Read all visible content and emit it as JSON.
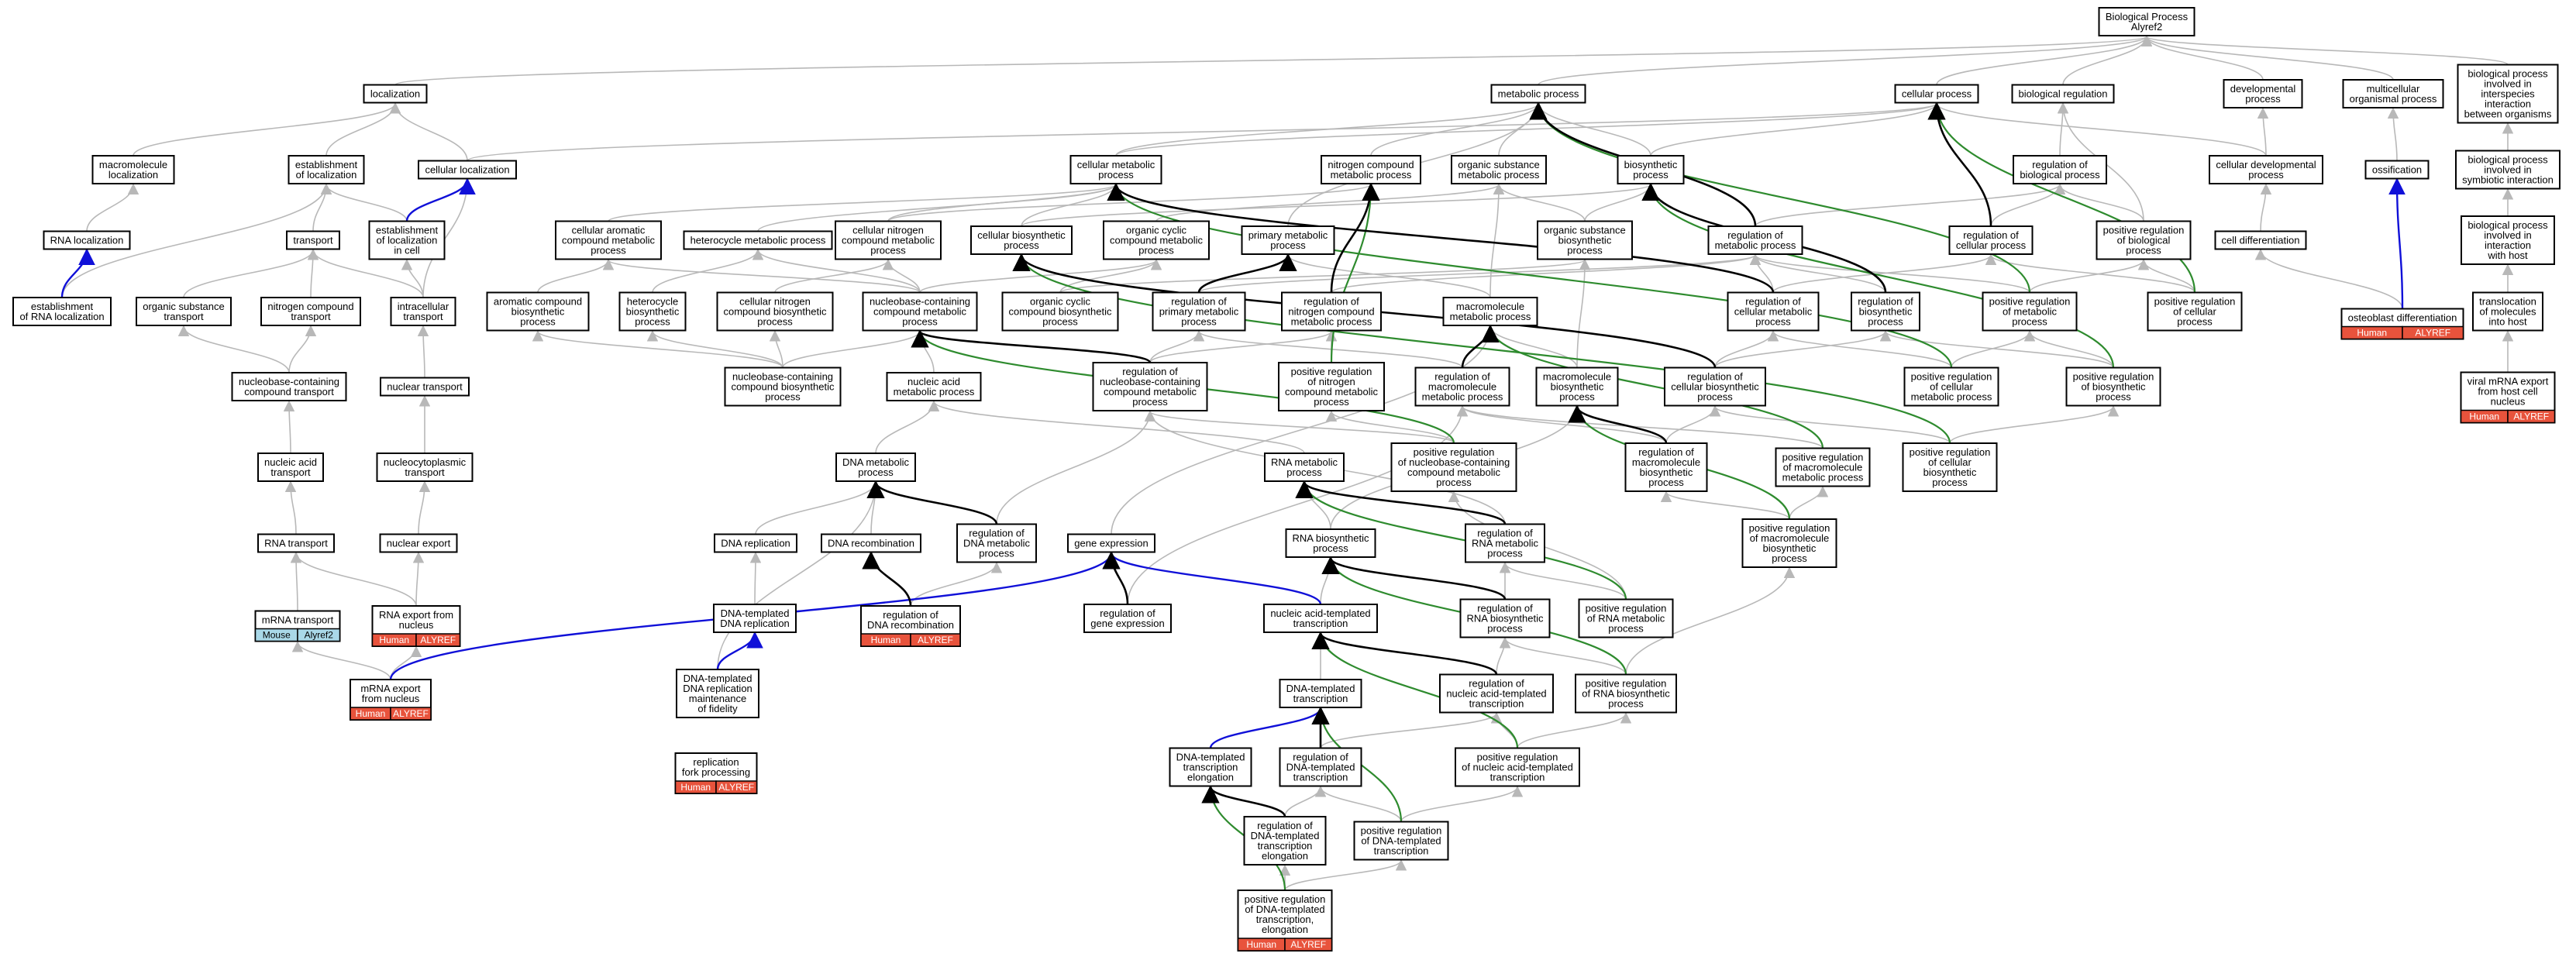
{
  "colors": {
    "edge_default": "#b8b8b8",
    "edge_black": "#000000",
    "edge_green": "#2e8b2e",
    "edge_blue": "#1010d8",
    "tag_human": "#e8533c",
    "tag_mouse": "#a9d8e8"
  },
  "nodes": [
    {
      "id": "root",
      "lines": [
        "Biological Process",
        "Alyref2"
      ]
    },
    {
      "id": "loc",
      "lines": [
        "localization"
      ]
    },
    {
      "id": "mp",
      "lines": [
        "metabolic process"
      ]
    },
    {
      "id": "cp",
      "lines": [
        "cellular process"
      ]
    },
    {
      "id": "br",
      "lines": [
        "biological regulation"
      ]
    },
    {
      "id": "dev",
      "lines": [
        "developmental",
        "process"
      ]
    },
    {
      "id": "multi",
      "lines": [
        "multicellular",
        "organismal process"
      ]
    },
    {
      "id": "inter",
      "lines": [
        "biological process",
        "involved in",
        "interspecies",
        "interaction",
        "between organisms"
      ]
    },
    {
      "id": "macroloc",
      "lines": [
        "macromolecule",
        "localization"
      ]
    },
    {
      "id": "estloc",
      "lines": [
        "establishment",
        "of localization"
      ]
    },
    {
      "id": "cellloc",
      "lines": [
        "cellular localization"
      ]
    },
    {
      "id": "cmp",
      "lines": [
        "cellular metabolic",
        "process"
      ]
    },
    {
      "id": "ncmp",
      "lines": [
        "nitrogen compound",
        "metabolic process"
      ]
    },
    {
      "id": "osmp",
      "lines": [
        "organic substance",
        "metabolic process"
      ]
    },
    {
      "id": "bio",
      "lines": [
        "biosynthetic",
        "process"
      ]
    },
    {
      "id": "rbp",
      "lines": [
        "regulation of",
        "biological process"
      ]
    },
    {
      "id": "cdp",
      "lines": [
        "cellular developmental",
        "process"
      ]
    },
    {
      "id": "ossif",
      "lines": [
        "ossification"
      ]
    },
    {
      "id": "symb",
      "lines": [
        "biological process",
        "involved in",
        "symbiotic interaction"
      ]
    },
    {
      "id": "rnaloc",
      "lines": [
        "RNA localization"
      ]
    },
    {
      "id": "transport",
      "lines": [
        "transport"
      ]
    },
    {
      "id": "estcell",
      "lines": [
        "establishment",
        "of localization",
        "in cell"
      ]
    },
    {
      "id": "camp",
      "lines": [
        "cellular aromatic",
        "compound metabolic",
        "process"
      ]
    },
    {
      "id": "hmp",
      "lines": [
        "heterocycle metabolic process"
      ]
    },
    {
      "id": "cnmp",
      "lines": [
        "cellular nitrogen",
        "compound metabolic",
        "process"
      ]
    },
    {
      "id": "cbp",
      "lines": [
        "cellular biosynthetic",
        "process"
      ]
    },
    {
      "id": "occmp",
      "lines": [
        "organic cyclic",
        "compound metabolic",
        "process"
      ]
    },
    {
      "id": "pmp",
      "lines": [
        "primary metabolic",
        "process"
      ]
    },
    {
      "id": "osbp",
      "lines": [
        "organic substance",
        "biosynthetic",
        "process"
      ]
    },
    {
      "id": "rmp",
      "lines": [
        "regulation of",
        "metabolic process"
      ]
    },
    {
      "id": "rcp",
      "lines": [
        "regulation of",
        "cellular process"
      ]
    },
    {
      "id": "prbp",
      "lines": [
        "positive regulation",
        "of biological",
        "process"
      ]
    },
    {
      "id": "celldiff",
      "lines": [
        "cell differentiation"
      ]
    },
    {
      "id": "host",
      "lines": [
        "biological process",
        "involved in",
        "interaction",
        "with host"
      ]
    },
    {
      "id": "estrna",
      "lines": [
        "establishment",
        "of RNA localization"
      ]
    },
    {
      "id": "ost",
      "lines": [
        "organic substance",
        "transport"
      ]
    },
    {
      "id": "nct",
      "lines": [
        "nitrogen compound",
        "transport"
      ]
    },
    {
      "id": "ict",
      "lines": [
        "intracellular",
        "transport"
      ]
    },
    {
      "id": "acbp",
      "lines": [
        "aromatic compound",
        "biosynthetic",
        "process"
      ]
    },
    {
      "id": "hbp",
      "lines": [
        "heterocycle",
        "biosynthetic",
        "process"
      ]
    },
    {
      "id": "cncbp",
      "lines": [
        "cellular nitrogen",
        "compound biosynthetic",
        "process"
      ]
    },
    {
      "id": "nccmp",
      "lines": [
        "nucleobase-containing",
        "compound metabolic",
        "process"
      ]
    },
    {
      "id": "occbp",
      "lines": [
        "organic cyclic",
        "compound biosynthetic",
        "process"
      ]
    },
    {
      "id": "rpmp",
      "lines": [
        "regulation of",
        "primary metabolic",
        "process"
      ]
    },
    {
      "id": "rncmp",
      "lines": [
        "regulation of",
        "nitrogen compound",
        "metabolic process"
      ]
    },
    {
      "id": "mmp",
      "lines": [
        "macromolecule",
        "metabolic process"
      ]
    },
    {
      "id": "rcmp",
      "lines": [
        "regulation of",
        "cellular metabolic",
        "process"
      ]
    },
    {
      "id": "rbsp",
      "lines": [
        "regulation of",
        "biosynthetic",
        "process"
      ]
    },
    {
      "id": "prmp",
      "lines": [
        "positive regulation",
        "of metabolic",
        "process"
      ]
    },
    {
      "id": "prcp",
      "lines": [
        "positive regulation",
        "of cellular",
        "process"
      ]
    },
    {
      "id": "odiff",
      "lines": [
        "osteoblast differentiation"
      ],
      "tags": [
        "Human",
        "ALYREF"
      ]
    },
    {
      "id": "transl",
      "lines": [
        "translocation",
        "of molecules",
        "into host"
      ]
    },
    {
      "id": "ncct",
      "lines": [
        "nucleobase-containing",
        "compound transport"
      ]
    },
    {
      "id": "nccbp",
      "lines": [
        "nucleobase-containing",
        "compound biosynthetic",
        "process"
      ]
    },
    {
      "id": "nuamp",
      "lines": [
        "nucleic acid",
        "metabolic process"
      ]
    },
    {
      "id": "rnccmp",
      "lines": [
        "regulation of",
        "nucleobase-containing",
        "compound metabolic",
        "process"
      ]
    },
    {
      "id": "prncmp",
      "lines": [
        "positive regulation",
        "of nitrogen",
        "compound metabolic",
        "process"
      ]
    },
    {
      "id": "rmmp",
      "lines": [
        "regulation of",
        "macromolecule",
        "metabolic process"
      ]
    },
    {
      "id": "mbp",
      "lines": [
        "macromolecule",
        "biosynthetic",
        "process"
      ]
    },
    {
      "id": "rcbp",
      "lines": [
        "regulation of",
        "cellular biosynthetic",
        "process"
      ]
    },
    {
      "id": "prcmp",
      "lines": [
        "positive regulation",
        "of cellular",
        "metabolic process"
      ]
    },
    {
      "id": "prbsp",
      "lines": [
        "positive regulation",
        "of biosynthetic",
        "process"
      ]
    },
    {
      "id": "viral",
      "lines": [
        "viral mRNA export",
        "from host cell",
        "nucleus"
      ],
      "tags": [
        "Human",
        "ALYREF"
      ]
    },
    {
      "id": "nat",
      "lines": [
        "nucleic acid",
        "transport"
      ]
    },
    {
      "id": "nuclt",
      "lines": [
        "nuclear transport"
      ]
    },
    {
      "id": "dmp",
      "lines": [
        "DNA metabolic",
        "process"
      ]
    },
    {
      "id": "rnamp",
      "lines": [
        "RNA metabolic",
        "process"
      ]
    },
    {
      "id": "prnccmp",
      "lines": [
        "positive regulation",
        "of nucleobase-containing",
        "compound metabolic",
        "process"
      ]
    },
    {
      "id": "rmbp",
      "lines": [
        "regulation of",
        "macromolecule",
        "biosynthetic",
        "process"
      ]
    },
    {
      "id": "prmmp",
      "lines": [
        "positive regulation",
        "of macromolecule",
        "metabolic process"
      ]
    },
    {
      "id": "prcbp",
      "lines": [
        "positive regulation",
        "of cellular",
        "biosynthetic",
        "process"
      ]
    },
    {
      "id": "rnat",
      "lines": [
        "RNA transport"
      ]
    },
    {
      "id": "ncyt",
      "lines": [
        "nucleocytoplasmic",
        "transport"
      ]
    },
    {
      "id": "nexp",
      "lines": [
        "nuclear export"
      ]
    },
    {
      "id": "drep",
      "lines": [
        "DNA replication"
      ]
    },
    {
      "id": "drec",
      "lines": [
        "DNA recombination"
      ]
    },
    {
      "id": "rdmp",
      "lines": [
        "regulation of",
        "DNA metabolic",
        "process"
      ]
    },
    {
      "id": "ge",
      "lines": [
        "gene expression"
      ]
    },
    {
      "id": "rnabp",
      "lines": [
        "RNA biosynthetic",
        "process"
      ]
    },
    {
      "id": "rrmp",
      "lines": [
        "regulation of",
        "RNA metabolic",
        "process"
      ]
    },
    {
      "id": "prmbp",
      "lines": [
        "positive regulation",
        "of macromolecule",
        "biosynthetic",
        "process"
      ]
    },
    {
      "id": "mrnat",
      "lines": [
        "mRNA transport"
      ],
      "tags": [
        "Mouse",
        "Alyref2"
      ]
    },
    {
      "id": "rnaexp",
      "lines": [
        "RNA export from",
        "nucleus"
      ],
      "tags": [
        "Human",
        "ALYREF"
      ]
    },
    {
      "id": "dtdr",
      "lines": [
        "DNA-templated",
        "DNA replication"
      ]
    },
    {
      "id": "rdrec",
      "lines": [
        "regulation of",
        "DNA recombination"
      ],
      "tags": [
        "Human",
        "ALYREF"
      ]
    },
    {
      "id": "rge",
      "lines": [
        "regulation of",
        "gene expression"
      ]
    },
    {
      "id": "nat_tx",
      "lines": [
        "nucleic acid-templated",
        "transcription"
      ]
    },
    {
      "id": "rrbp",
      "lines": [
        "regulation of",
        "RNA biosynthetic",
        "process"
      ]
    },
    {
      "id": "prrmp",
      "lines": [
        "positive regulation",
        "of RNA metabolic",
        "process"
      ]
    },
    {
      "id": "mrnaexp",
      "lines": [
        "mRNA export",
        "from nucleus"
      ],
      "tags": [
        "Human",
        "ALYREF"
      ]
    },
    {
      "id": "dtdrm",
      "lines": [
        "DNA-templated",
        "DNA replication",
        "maintenance",
        "of fidelity"
      ]
    },
    {
      "id": "dtt",
      "lines": [
        "DNA-templated",
        "transcription"
      ]
    },
    {
      "id": "rnatt",
      "lines": [
        "regulation of",
        "nucleic acid-templated",
        "transcription"
      ]
    },
    {
      "id": "prrbp",
      "lines": [
        "positive regulation",
        "of RNA biosynthetic",
        "process"
      ]
    },
    {
      "id": "rfp",
      "lines": [
        "replication",
        "fork processing"
      ],
      "tags": [
        "Human",
        "ALYREF"
      ]
    },
    {
      "id": "dtte",
      "lines": [
        "DNA-templated",
        "transcription",
        "elongation"
      ]
    },
    {
      "id": "rdtt",
      "lines": [
        "regulation of",
        "DNA-templated",
        "transcription"
      ]
    },
    {
      "id": "prnatt",
      "lines": [
        "positive regulation",
        "of nucleic acid-templated",
        "transcription"
      ]
    },
    {
      "id": "rdtte",
      "lines": [
        "regulation of",
        "DNA-templated",
        "transcription",
        "elongation"
      ]
    },
    {
      "id": "prdtt",
      "lines": [
        "positive regulation",
        "of DNA-templated",
        "transcription"
      ]
    },
    {
      "id": "prdtte",
      "lines": [
        "positive regulation",
        "of DNA-templated",
        "transcription,",
        "elongation"
      ],
      "tags": [
        "Human",
        "ALYREF"
      ]
    }
  ]
}
